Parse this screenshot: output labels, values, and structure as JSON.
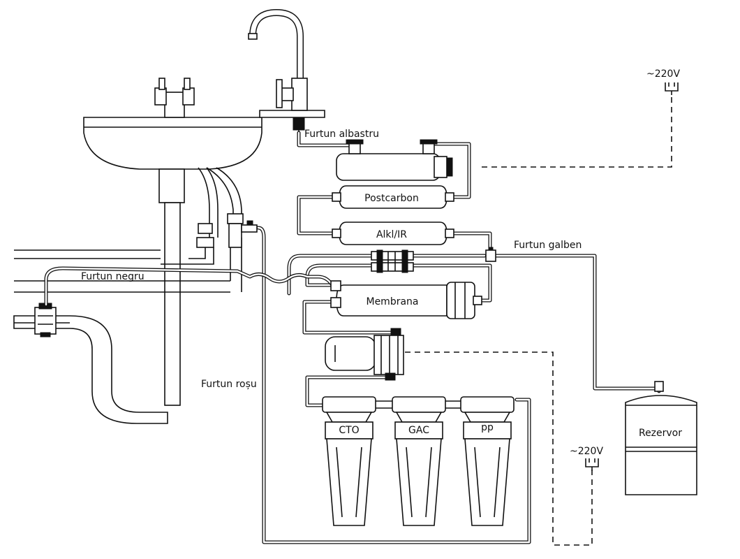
{
  "labels": {
    "hose_blue": "Furtun albastru",
    "hose_yellow": "Furtun galben",
    "hose_black": "Furtun negru",
    "hose_red": "Furtun roșu",
    "power_top": "~220V",
    "power_bottom": "~220V"
  },
  "components": {
    "postcarbon": "Postcarbon",
    "alkl_ir": "Alkl/IR",
    "membrane": "Membrana",
    "cto": "CTO",
    "gac": "GAC",
    "pp": "pp",
    "tank": "Rezervor"
  }
}
